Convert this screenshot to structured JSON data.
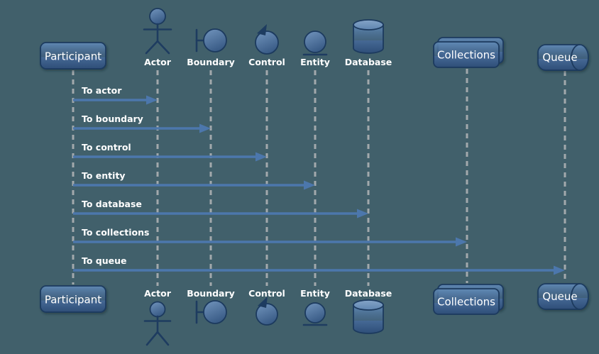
{
  "diagram": {
    "kind": "uml-sequence-diagram",
    "participants": [
      {
        "label": "Participant",
        "shape": "box"
      },
      {
        "label": "Actor",
        "shape": "actor"
      },
      {
        "label": "Boundary",
        "shape": "boundary"
      },
      {
        "label": "Control",
        "shape": "control"
      },
      {
        "label": "Entity",
        "shape": "entity"
      },
      {
        "label": "Database",
        "shape": "database"
      },
      {
        "label": "Collections",
        "shape": "collections"
      },
      {
        "label": "Queue",
        "shape": "queue"
      }
    ],
    "messages": [
      {
        "from": "Participant",
        "to": "Actor",
        "label": "To actor"
      },
      {
        "from": "Participant",
        "to": "Boundary",
        "label": "To boundary"
      },
      {
        "from": "Participant",
        "to": "Control",
        "label": "To control"
      },
      {
        "from": "Participant",
        "to": "Entity",
        "label": "To entity"
      },
      {
        "from": "Participant",
        "to": "Database",
        "label": "To database"
      },
      {
        "from": "Participant",
        "to": "Collections",
        "label": "To collections"
      },
      {
        "from": "Participant",
        "to": "Queue",
        "label": "To queue"
      }
    ],
    "colors": {
      "background": "#41606B",
      "shape_fill_light": "#6E92BB",
      "shape_fill_dark": "#2F5078",
      "shape_stroke": "#1C3A5E",
      "arrow": "#4C77AC",
      "lifeline": "#A2A9AC",
      "text": "#FFFFFF"
    }
  }
}
